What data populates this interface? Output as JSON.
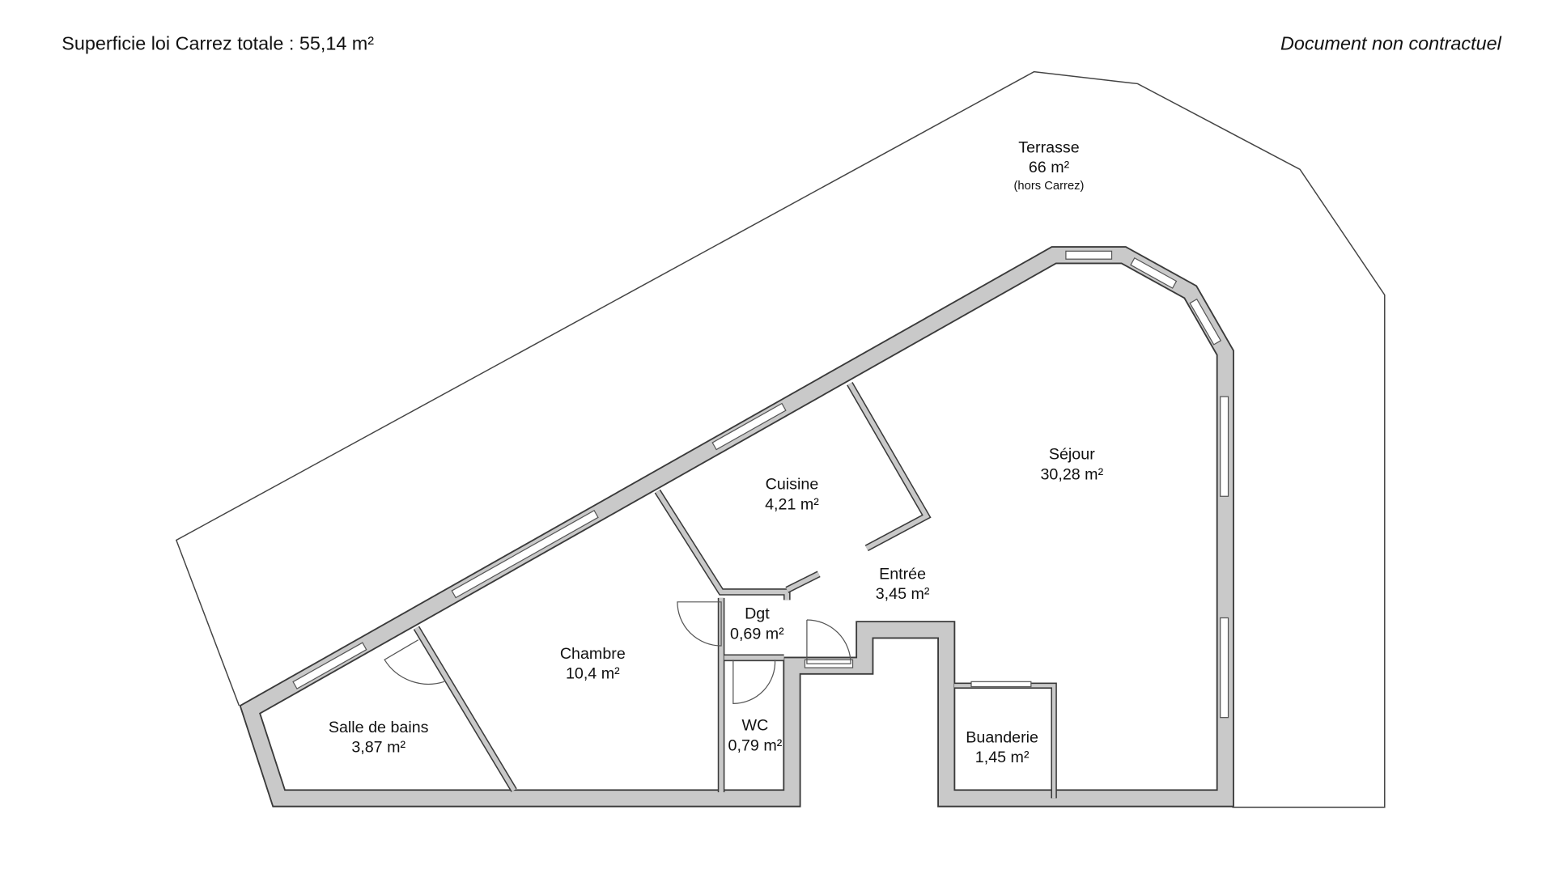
{
  "header": {
    "total_area": "Superficie loi Carrez totale :  55,14 m²",
    "disclaimer": "Document non contractuel"
  },
  "rooms": [
    {
      "name": "Terrasse",
      "area": "66 m²",
      "note": "(hors Carrez)"
    },
    {
      "name": "Séjour",
      "area": "30,28 m²"
    },
    {
      "name": "Cuisine",
      "area": "4,21 m²"
    },
    {
      "name": "Entrée",
      "area": "3,45 m²"
    },
    {
      "name": "Dgt",
      "area": "0,69 m²"
    },
    {
      "name": "Chambre",
      "area": "10,4 m²"
    },
    {
      "name": "Salle de bains",
      "area": "3,87 m²"
    },
    {
      "name": "WC",
      "area": "0,79 m²"
    },
    {
      "name": "Buanderie",
      "area": "1,45 m²"
    }
  ],
  "colors": {
    "wall": "#c9c9c9",
    "outline": "#3a3a3a"
  }
}
